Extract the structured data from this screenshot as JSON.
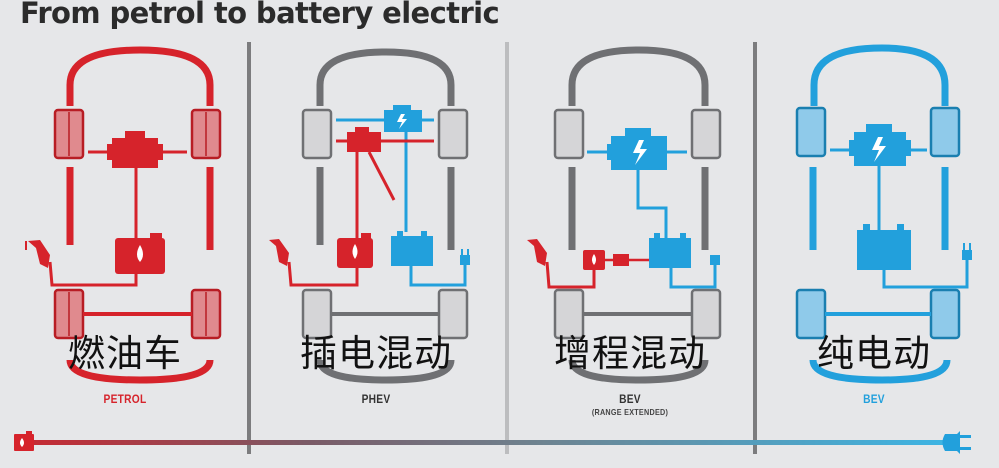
{
  "title": "From petrol to battery electric",
  "colors": {
    "petrol": "#d6232b",
    "electric": "#22a0dc",
    "neutral": "#6f7073",
    "background": "#e6e7e9"
  },
  "panels": [
    {
      "id": "petrol",
      "label_cn": "燃油车",
      "label_en": "PETROL",
      "sublabel_en": "",
      "label_color": "#d6232b"
    },
    {
      "id": "phev",
      "label_cn": "插电混动",
      "label_en": "PHEV",
      "sublabel_en": "",
      "label_color": "#333333"
    },
    {
      "id": "rev",
      "label_cn": "增程混动",
      "label_en": "BEV",
      "sublabel_en": "(RANGE EXTENDED)",
      "label_color": "#333333"
    },
    {
      "id": "bev",
      "label_cn": "纯电动",
      "label_en": "BEV",
      "sublabel_en": "",
      "label_color": "#22a0dc"
    }
  ],
  "timeline": {
    "start_icon": "fuel-can-icon",
    "end_icon": "plug-icon"
  }
}
